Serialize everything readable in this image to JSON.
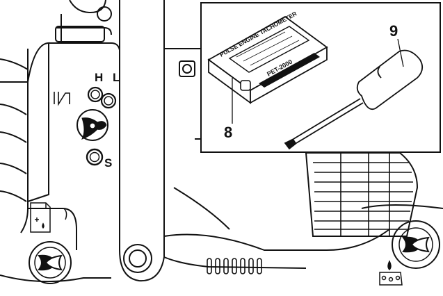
{
  "labels": {
    "high_adjust": "H",
    "low_adjust": "L",
    "slow_adjust": "S"
  },
  "inset": {
    "tachometer_brand": "PULSE ENGINE TACHOMETER",
    "tachometer_model": "PET-2000",
    "callout_tachometer": "8",
    "callout_screwdriver": "9"
  },
  "icons": {
    "fuel": "fuel-can-icon",
    "chain_oil": "chain-oil-icon",
    "choke": "choke-lever-icon"
  },
  "colors": {
    "line": "#111111",
    "background": "#ffffff",
    "inset_border": "#111111"
  }
}
